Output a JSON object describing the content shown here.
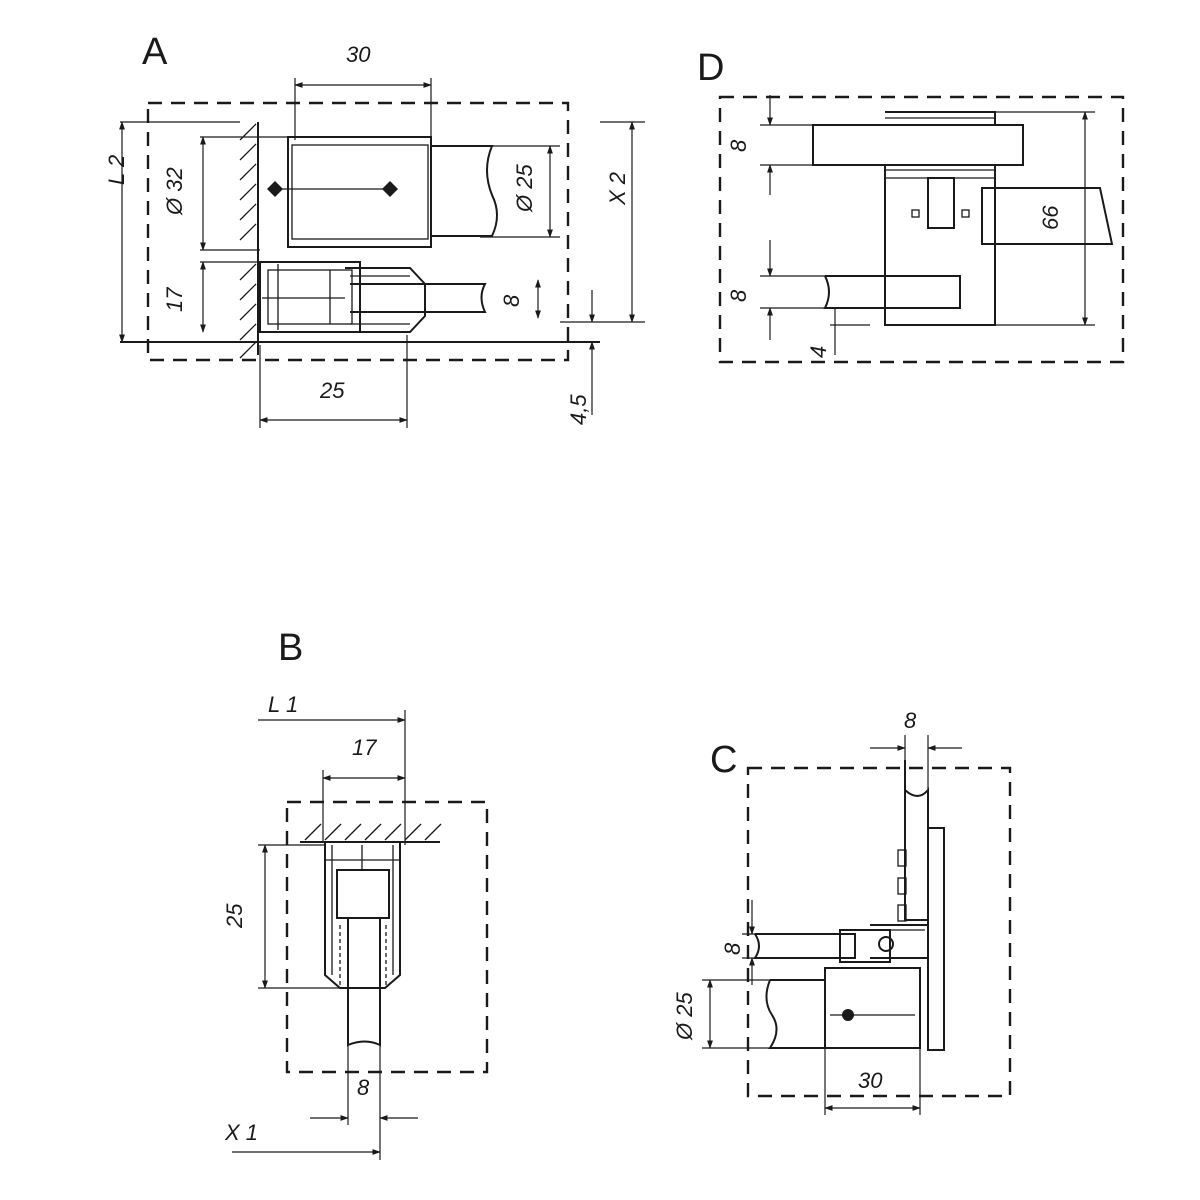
{
  "views": {
    "A": {
      "label": "A",
      "dims": {
        "top_width": "30",
        "bottom_width": "25",
        "left_total": "L 2",
        "tube_outer": "Ø 32",
        "lower_height": "17",
        "tube_inner": "Ø 25",
        "right_total": "X 2",
        "glass": "8",
        "offset": "4,5"
      }
    },
    "B": {
      "label": "B",
      "dims": {
        "l1": "L 1",
        "width": "17",
        "height": "25",
        "glass": "8",
        "x1": "X 1"
      }
    },
    "C": {
      "label": "C",
      "dims": {
        "glass_top": "8",
        "glass_side": "8",
        "tube": "Ø 25",
        "width": "30"
      }
    },
    "D": {
      "label": "D",
      "dims": {
        "upper": "8",
        "lower": "8",
        "gap": "4",
        "height": "66"
      }
    }
  }
}
